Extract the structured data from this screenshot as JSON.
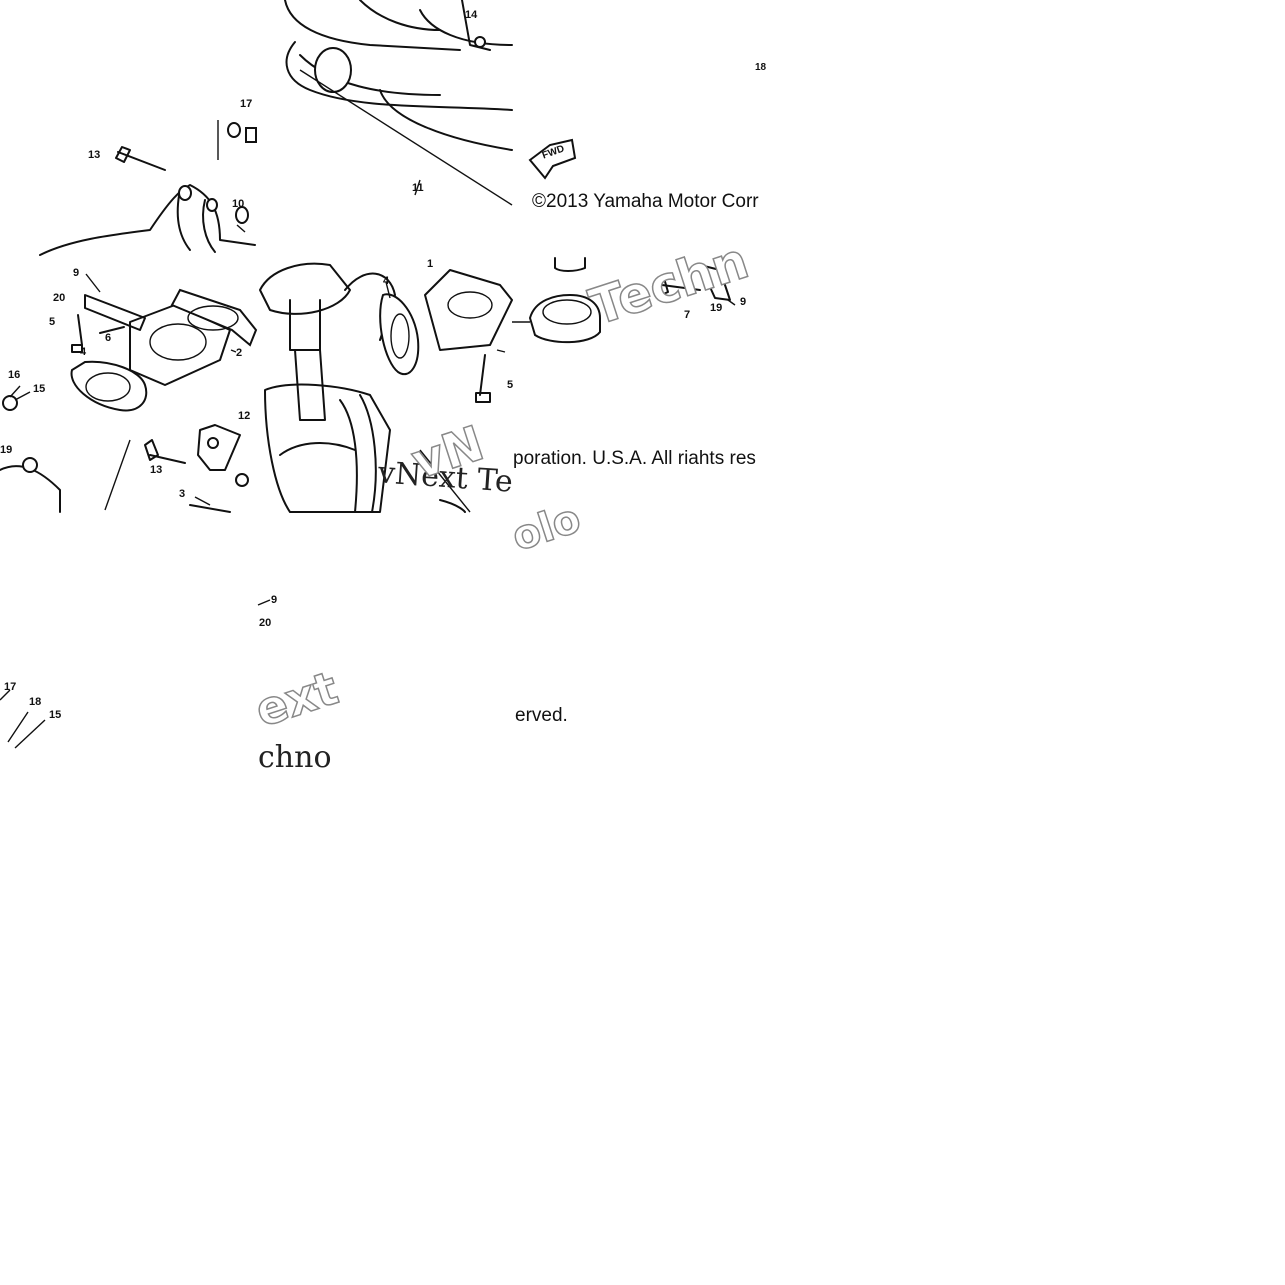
{
  "copyright": {
    "part1": "©2013 Yamaha Motor Corr",
    "part2": "poration. U.S.A. All riahts res",
    "part3": "erved."
  },
  "watermark": {
    "serif_a": "vNext Te",
    "serif_b": "chno",
    "outline_a": "Techn",
    "outline_b": "vN",
    "outline_c": "ext",
    "outline_d": "olo"
  },
  "fwd_label": "FWD",
  "part_labels": [
    "18",
    "17",
    "13",
    "10",
    "9",
    "20",
    "5",
    "6",
    "4",
    "2",
    "16",
    "15",
    "19",
    "12",
    "13",
    "3",
    "9",
    "20",
    "17",
    "18",
    "15",
    "4",
    "1",
    "5",
    "7",
    "19",
    "9",
    "14",
    "11"
  ]
}
